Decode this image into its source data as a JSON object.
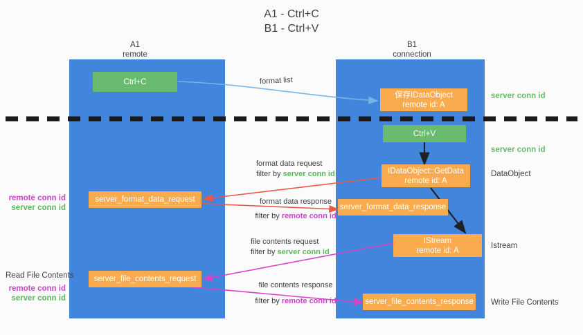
{
  "title": "A1 - Ctrl+C\nB1 - Ctrl+V",
  "colors": {
    "lane": "#4285dd",
    "green_node": "#6aba6f",
    "orange_node": "#f9ab4e",
    "server_conn": "#5cb85c",
    "remote_conn": "#cc44cc",
    "red_arrow": "#e8594a",
    "blue_arrow": "#77b5e8",
    "magenta_arrow": "#d445c8",
    "black_arrow": "#202124"
  },
  "lanes": [
    {
      "name": "A1",
      "sub": "remote",
      "header": "A1\nremote"
    },
    {
      "name": "B1",
      "sub": "connection",
      "header": "B1\nconnection"
    }
  ],
  "nodes": [
    {
      "id": "ctrl-c",
      "label": "Ctrl+C",
      "color": "green"
    },
    {
      "id": "save-idataobject",
      "label": "保存IDataObject\nremote id: A",
      "color": "orange"
    },
    {
      "id": "ctrl-v",
      "label": "Ctrl+V",
      "color": "green"
    },
    {
      "id": "getdata",
      "label": "IDataObject::GetData\nremote id: A",
      "color": "orange"
    },
    {
      "id": "server-format-data-request",
      "label": "server_format_data_request",
      "color": "orange"
    },
    {
      "id": "server-format-data-response",
      "label": "server_format_data_response",
      "color": "orange"
    },
    {
      "id": "istream",
      "label": "IStream\nremote id: A",
      "color": "orange"
    },
    {
      "id": "server-file-contents-request",
      "label": "server_file_contents_request",
      "color": "orange"
    },
    {
      "id": "server-file-contents-response",
      "label": "server_file_contents_response",
      "color": "orange"
    }
  ],
  "right_labels": [
    {
      "id": "server-conn-id-1",
      "text": "server conn id",
      "style": "green"
    },
    {
      "id": "server-conn-id-2",
      "text": "server conn id",
      "style": "green"
    },
    {
      "id": "dataobject",
      "text": "DataObject",
      "style": "plain"
    },
    {
      "id": "istream-label",
      "text": "Istream",
      "style": "plain"
    },
    {
      "id": "write-file-contents",
      "text": "Write File Contents",
      "style": "plain"
    }
  ],
  "left_labels": {
    "group1": {
      "remote": "remote conn id",
      "server": "server conn id"
    },
    "read_file_contents": "Read File Contents",
    "group2": {
      "remote": "remote conn id",
      "server": "server conn id"
    }
  },
  "connection_labels": {
    "format_list": "format list",
    "format_data_request": "format data request",
    "format_data_request_filter_prefix": "filter by ",
    "format_data_request_filter_key": "server conn id",
    "format_data_response": "format data response",
    "format_data_response_filter_prefix": "filter by ",
    "format_data_response_filter_key": "remote conn id",
    "file_contents_request": "file contents request",
    "file_contents_request_filter_prefix": "filter by ",
    "file_contents_request_filter_key": "server conn id",
    "file_contents_response": "file contents response",
    "file_contents_response_filter_prefix": "filter by ",
    "file_contents_response_filter_key": "remote conn id"
  }
}
